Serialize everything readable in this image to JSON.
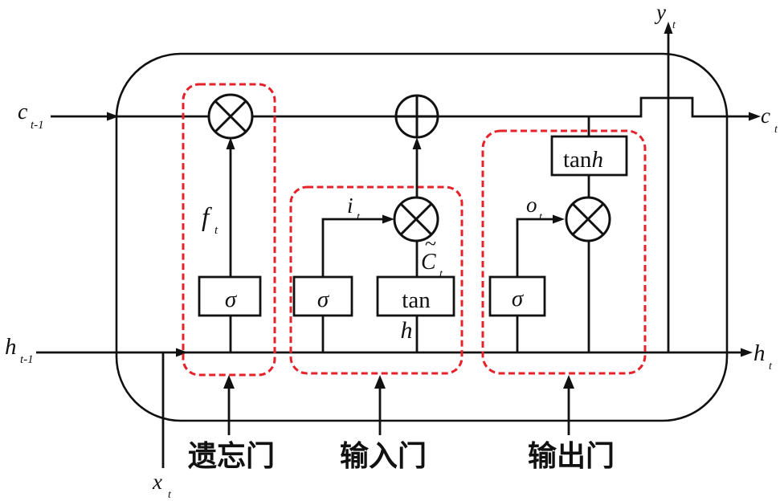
{
  "figure": {
    "kind": "LSTM cell structure diagram",
    "background": "#ffffff"
  },
  "colors": {
    "line": "#111111",
    "gate_outline": "#e52129",
    "node_fill": "#ffffff"
  },
  "operators": {
    "multiply": "⊗",
    "add": "⊕"
  },
  "io_labels": {
    "c_prev": {
      "base": "c",
      "sub": "t-1"
    },
    "h_prev": {
      "base": "h",
      "sub": "t-1"
    },
    "x_in": {
      "base": "x",
      "sub": "t"
    },
    "y_out": {
      "base": "y",
      "sub": "t"
    },
    "c_out": {
      "base": "c",
      "sub": "t"
    },
    "h_out": {
      "base": "h",
      "sub": "t"
    }
  },
  "signal_labels": {
    "forget": {
      "base": "f",
      "sub": "t"
    },
    "input": {
      "base": "i",
      "sub": "t"
    },
    "candidate": {
      "tilde": "~",
      "base": "C",
      "sub": "t"
    },
    "output": {
      "base": "o",
      "sub": "t"
    }
  },
  "node_labels": {
    "sigma_forget": "σ",
    "sigma_input": "σ",
    "sigma_output": "σ",
    "tan_input_line1": "tan",
    "tan_input_line2": "h",
    "tanh_output_roman": "tan",
    "tanh_output_italic": "h"
  },
  "gate_labels": {
    "forget": "遗忘门",
    "input": "输入门",
    "output": "输出门"
  }
}
